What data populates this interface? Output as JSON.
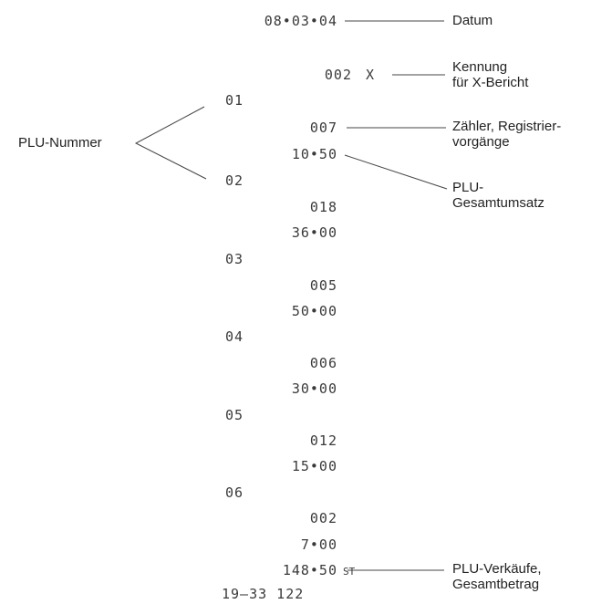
{
  "receipt": {
    "date": "08•03•04",
    "report_id": "002",
    "report_mark": "X",
    "items": [
      {
        "plu": "01",
        "count": "007",
        "amount": "10•50"
      },
      {
        "plu": "02",
        "count": "018",
        "amount": "36•00"
      },
      {
        "plu": "03",
        "count": "005",
        "amount": "50•00"
      },
      {
        "plu": "04",
        "count": "006",
        "amount": "30•00"
      },
      {
        "plu": "05",
        "count": "012",
        "amount": "15•00"
      },
      {
        "plu": "06",
        "count": "002",
        "amount": "7•00"
      }
    ],
    "total": "148•50",
    "total_mark": "ST",
    "footer": "19–33 122"
  },
  "annotations": {
    "datum": "Datum",
    "kennung_line1": "Kennung",
    "kennung_line2": "für X-Bericht",
    "zaehler_line1": "Zähler, Registrier-",
    "zaehler_line2": "vorgänge",
    "plu_umsatz_line1": "PLU-",
    "plu_umsatz_line2": "Gesamtumsatz",
    "plu_nummer": "PLU-Nummer",
    "verkaeufe_line1": "PLU-Verkäufe,",
    "verkaeufe_line2": "Gesamtbetrag"
  },
  "colors": {
    "print": "#3a3a3a",
    "lines": "#444444",
    "background": "#ffffff"
  }
}
